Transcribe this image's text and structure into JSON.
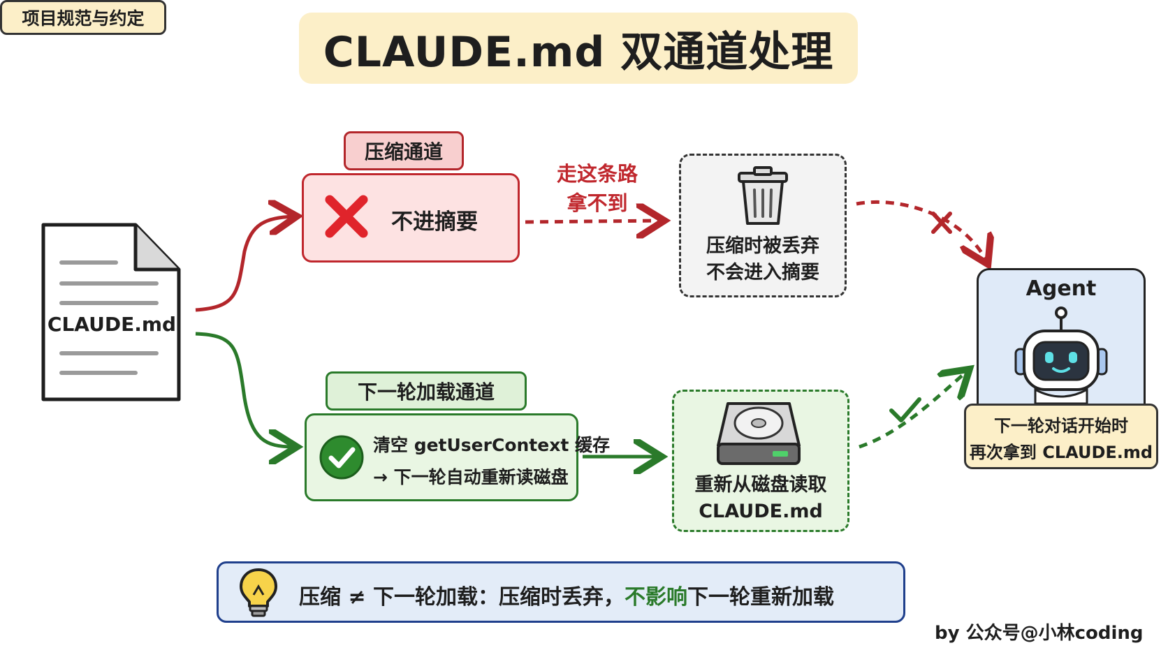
{
  "title": "CLAUDE.md 双通道处理",
  "document": {
    "label": "CLAUDE.md",
    "caption": "项目规范与约定"
  },
  "compress_channel": {
    "tag": "压缩通道",
    "text": "不进摘要",
    "caption_line1": "走这条路",
    "caption_line2": "拿不到",
    "result_line1": "压缩时被丢弃",
    "result_line2": "不会进入摘要"
  },
  "load_channel": {
    "tag": "下一轮加载通道",
    "line1": "清空 getUserContext 缓存",
    "line2": "→ 下一轮自动重新读磁盘",
    "result_line1": "重新从磁盘读取",
    "result_line2": "CLAUDE.md"
  },
  "agent": {
    "title": "Agent",
    "caption_line1": "下一轮对话开始时",
    "caption_line2": "再次拿到 CLAUDE.md"
  },
  "note": {
    "part1": "压缩 ≠ 下一轮加载：压缩时丢弃，",
    "highlight": "不影响",
    "part2": "下一轮重新加载"
  },
  "credit": "by 公众号@小林coding",
  "colors": {
    "red": "#c0272d",
    "green": "#2a7a2a",
    "cream": "#fcefc8",
    "blue": "#1f3f8c"
  }
}
